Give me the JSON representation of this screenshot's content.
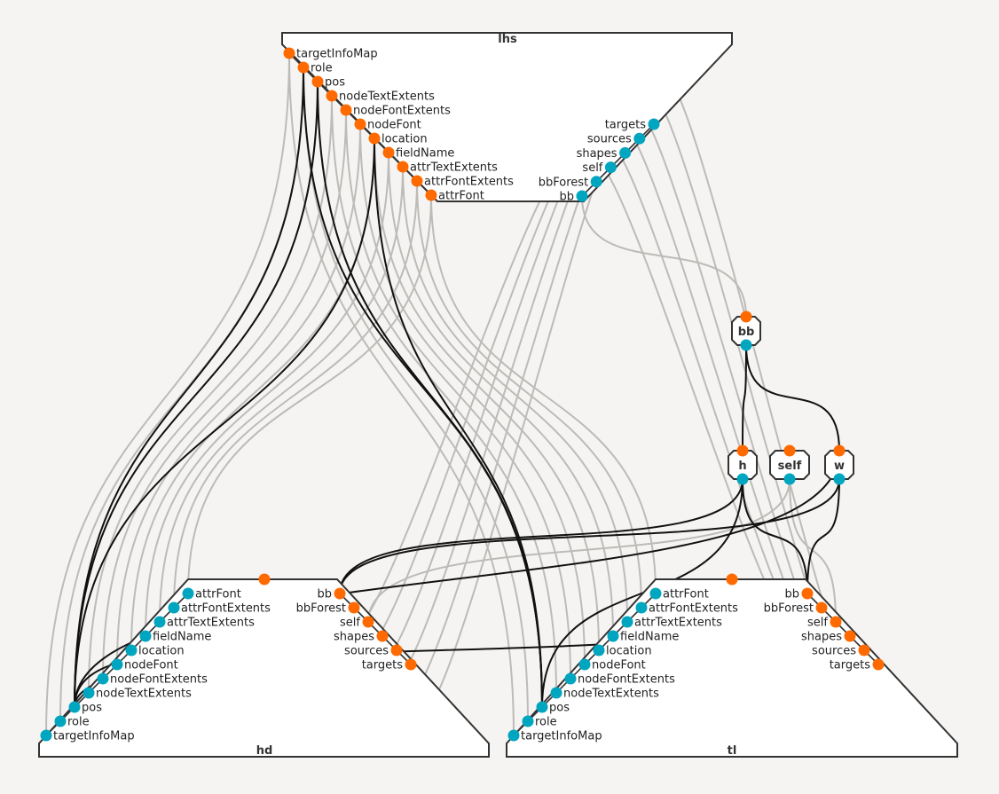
{
  "colors": {
    "output_port": "#ff6a00",
    "input_port": "#00a6c0",
    "wire_grey": "#bdbbb8",
    "wire_black": "#111111",
    "background": "#f5f4f2"
  },
  "lhs": {
    "title": "lhs",
    "left_ports": [
      "targetInfoMap",
      "role",
      "pos",
      "nodeTextExtents",
      "nodeFontExtents",
      "nodeFont",
      "location",
      "fieldName",
      "attrTextExtents",
      "attrFontExtents",
      "attrFont"
    ],
    "right_ports": [
      "targets",
      "sources",
      "shapes",
      "self",
      "bbForest",
      "bb"
    ]
  },
  "hd": {
    "title": "hd",
    "left_ports": [
      "attrFont",
      "attrFontExtents",
      "attrTextExtents",
      "fieldName",
      "location",
      "nodeFont",
      "nodeFontExtents",
      "nodeTextExtents",
      "pos",
      "role",
      "targetInfoMap"
    ],
    "right_ports": [
      "bb",
      "bbForest",
      "self",
      "shapes",
      "sources",
      "targets"
    ]
  },
  "tl": {
    "title": "tl",
    "left_ports": [
      "attrFont",
      "attrFontExtents",
      "attrTextExtents",
      "fieldName",
      "location",
      "nodeFont",
      "nodeFontExtents",
      "nodeTextExtents",
      "pos",
      "role",
      "targetInfoMap"
    ],
    "right_ports": [
      "bb",
      "bbForest",
      "self",
      "shapes",
      "sources",
      "targets"
    ]
  },
  "small_nodes": [
    {
      "id": "bb",
      "label": "bb"
    },
    {
      "id": "h",
      "label": "h"
    },
    {
      "id": "self",
      "label": "self"
    },
    {
      "id": "w",
      "label": "w"
    }
  ]
}
